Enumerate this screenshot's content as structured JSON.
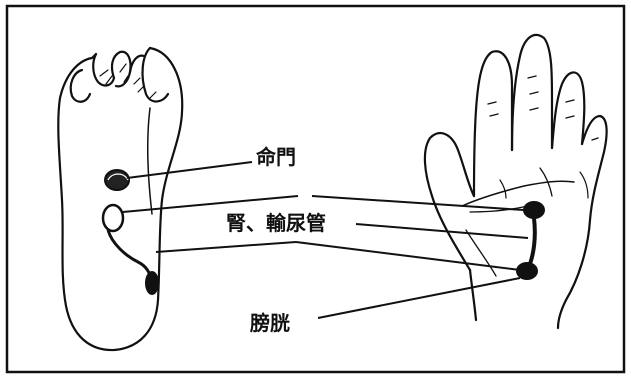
{
  "labels": {
    "mingmen": "命門",
    "kidney_ureter": "腎、輸尿管",
    "bladder": "膀胱"
  },
  "colors": {
    "ink": "#111111",
    "paper": "#ffffff"
  }
}
